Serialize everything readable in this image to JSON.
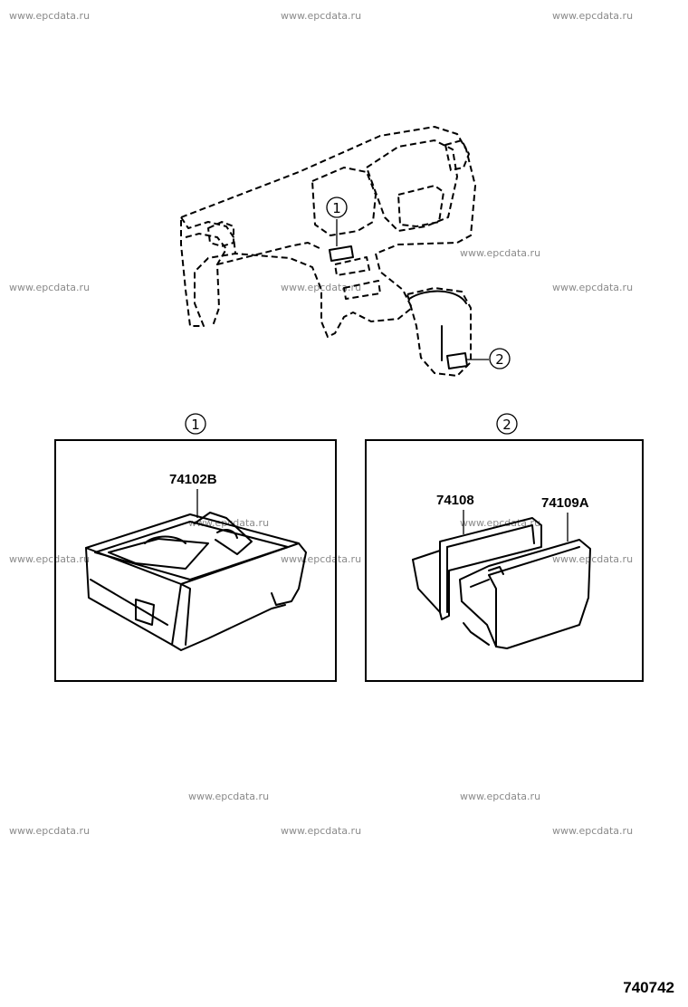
{
  "watermark": "www.epcdata.ru",
  "callouts": {
    "one": "1",
    "two": "2"
  },
  "panel_one": {
    "label": "1",
    "part": "74102B"
  },
  "panel_two": {
    "label": "2",
    "part_a": "74108",
    "part_b": "74109A"
  },
  "figure_number": "740742"
}
